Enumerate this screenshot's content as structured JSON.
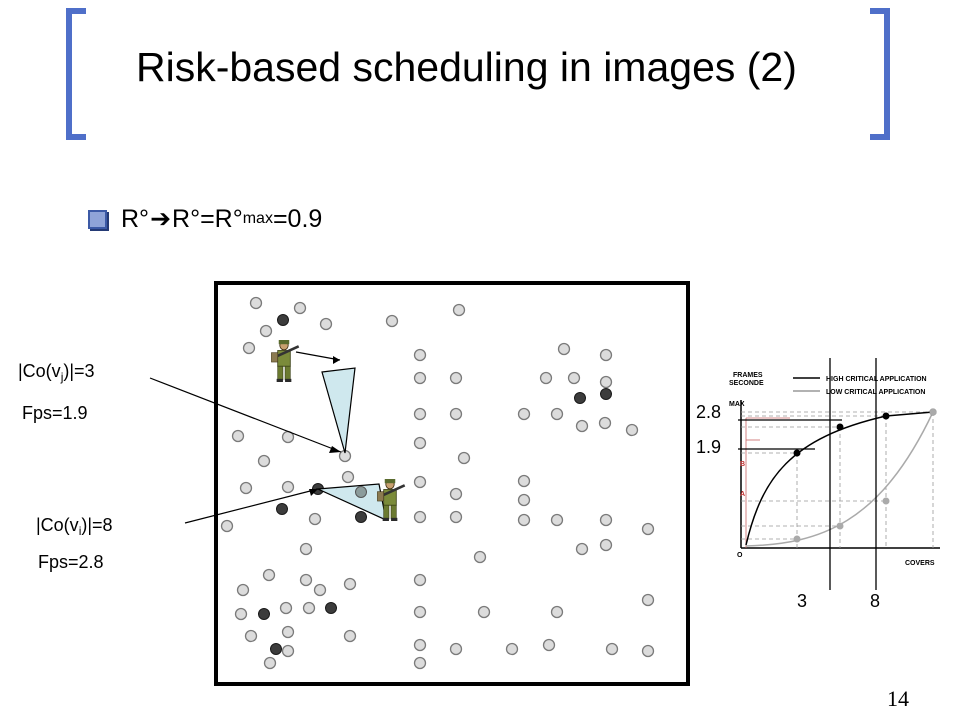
{
  "title": "Risk-based scheduling in images (2)",
  "bullet": {
    "prefix": "R°",
    "arrow_icon": "right-arrow-icon",
    "middle": "R°=R°",
    "subscript": "max",
    "suffix": "=0.9"
  },
  "left_labels": {
    "coj_pre": "|Co(v",
    "coj_sub": "j",
    "coj_post": ")|=3",
    "fps_j": "Fps=1.9",
    "coi_pre": "|Co(v",
    "coi_sub": "i",
    "coi_post": ")|=8",
    "fps_i": "Fps=2.8"
  },
  "chart": {
    "y_axis_title": "FRAMES",
    "y_axis_title2": "SECONDE",
    "x_axis_title": "COVERS",
    "max_label": "MAX",
    "b_label": "B",
    "a_label": "A",
    "origin_label": "O",
    "legend_high": "HIGH CRITICAL APPLICATION",
    "legend_low": "LOW CRITICAL APPLICATION",
    "marker_y_high": "2.8",
    "marker_y_low": "1.9",
    "marker_x_left": "3",
    "marker_x_right": "8"
  },
  "page_number": "14"
}
